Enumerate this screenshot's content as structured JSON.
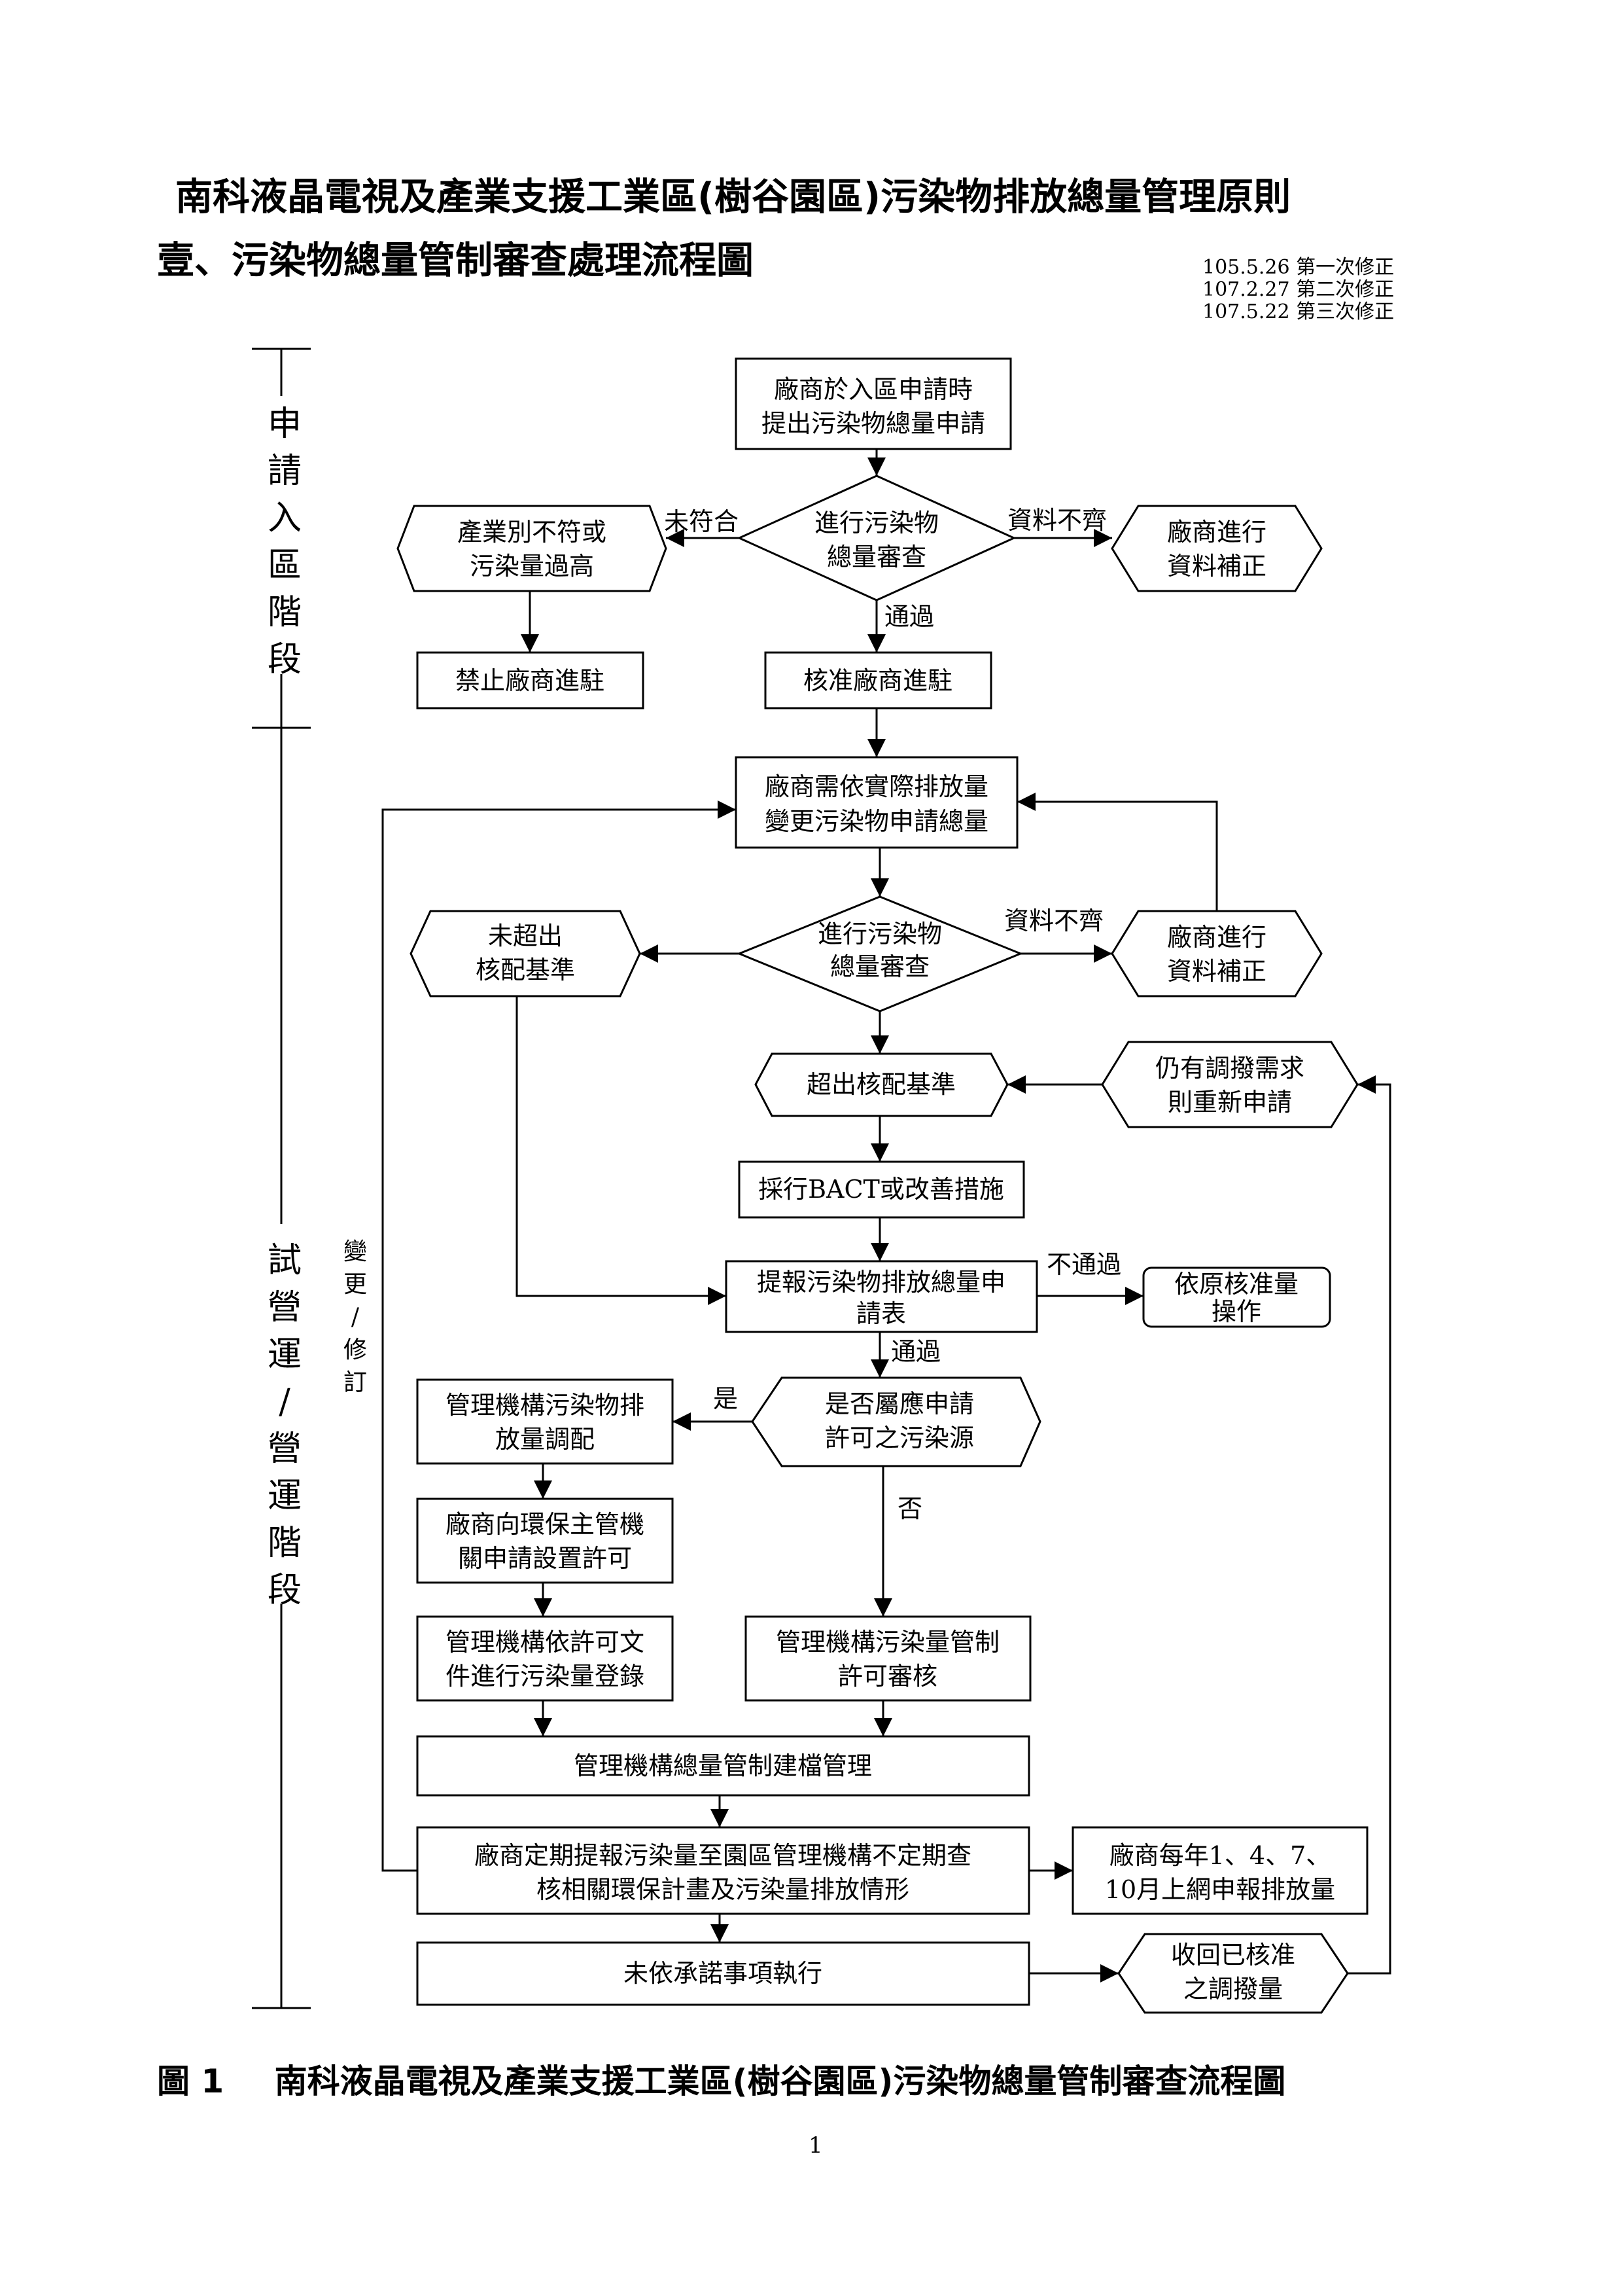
{
  "header": {
    "title_main": "南科液晶電視及產業支援工業區(樹谷園區)污染物排放總量管理原則",
    "title_sub": "壹、污染物總量管制審查處理流程圖",
    "revisions": [
      "105.5.26 第一次修正",
      "107.2.27 第二次修正",
      "107.5.22 第三次修正"
    ]
  },
  "stages": {
    "apply": [
      "申",
      "請",
      "入",
      "區",
      "階",
      "段"
    ],
    "operate": [
      "試",
      "營",
      "運",
      "/",
      "營",
      "運",
      "階",
      "段"
    ],
    "change_loop": [
      "變",
      "更",
      "/",
      "修",
      "訂"
    ]
  },
  "nodes": {
    "n1": [
      "廠商於入區申請時",
      "提出污染物總量申請"
    ],
    "d1": [
      "進行污染物",
      "總量審查"
    ],
    "h1_left": [
      "產業別不符或",
      "污染量過高"
    ],
    "h1_right": [
      "廠商進行",
      "資料補正"
    ],
    "n_ban": [
      "禁止廠商進駐"
    ],
    "n_approve": [
      "核准廠商進駐"
    ],
    "n_change": [
      "廠商需依實際排放量",
      "變更污染物申請總量"
    ],
    "d2": [
      "進行污染物",
      "總量審查"
    ],
    "h2_left": [
      "未超出",
      "核配基準"
    ],
    "h2_right": [
      "廠商進行",
      "資料補正"
    ],
    "h_over": [
      "超出核配基準"
    ],
    "h_reapply": [
      "仍有調撥需求",
      "則重新申請"
    ],
    "n_bact": [
      "採行BACT或改善措施"
    ],
    "n_report": [
      "提報污染物排放總量申",
      "請表"
    ],
    "n_original": [
      "依原核准量",
      "操作"
    ],
    "h_permit": [
      "是否屬應申請",
      "許可之污染源"
    ],
    "n_allocate": [
      "管理機構污染物排",
      "放量調配"
    ],
    "n_apply_permit": [
      "廠商向環保主管機",
      "關申請設置許可"
    ],
    "n_register": [
      "管理機構依許可文",
      "件進行污染量登錄"
    ],
    "n_review": [
      "管理機構污染量管制",
      "許可審核"
    ],
    "n_filing": [
      "管理機構總量管制建檔管理"
    ],
    "n_periodic": [
      "廠商定期提報污染量至園區管理機構不定期查",
      "核相關環保計畫及污染量排放情形"
    ],
    "n_online": [
      "廠商每年1、4、7、",
      "10月上網申報排放量"
    ],
    "n_breach": [
      "未依承諾事項執行"
    ],
    "h_recall": [
      "收回已核准",
      "之調撥量"
    ]
  },
  "edge_labels": {
    "noncompliant": "未符合",
    "incomplete_1": "資料不齊",
    "pass_1": "通過",
    "incomplete_2": "資料不齊",
    "fail": "不通過",
    "pass_2": "通過",
    "yes": "是",
    "no": "否"
  },
  "caption": {
    "number": "圖 1",
    "text": "南科液晶電視及產業支援工業區(樹谷園區)污染物總量管制審查流程圖"
  },
  "page_number": "1"
}
